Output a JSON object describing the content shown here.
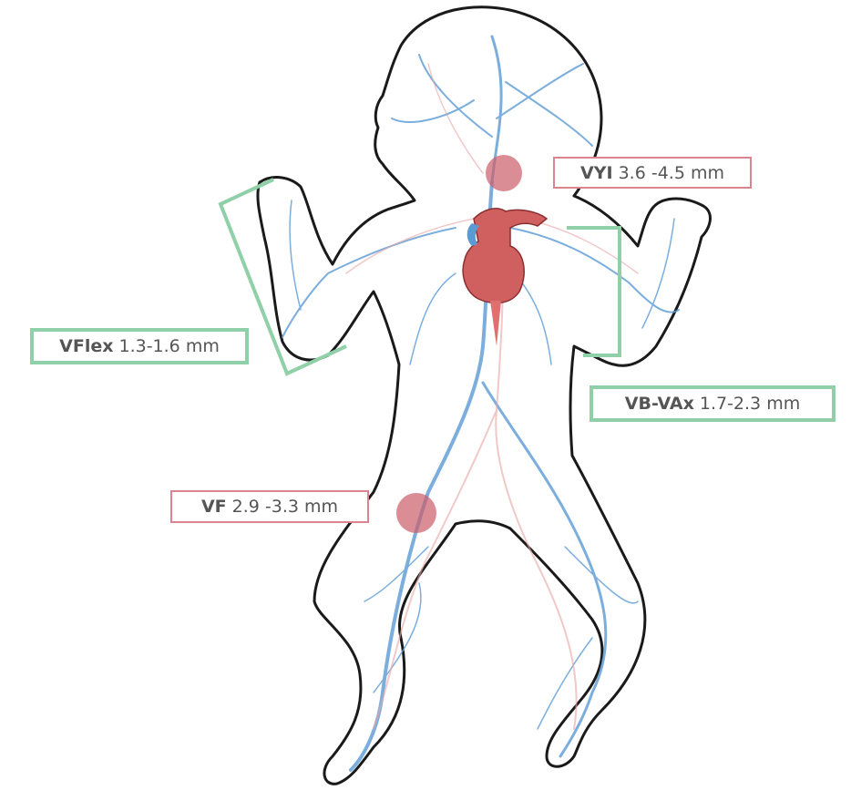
{
  "colors": {
    "outline": "#1a1a1a",
    "vein": "#5b9bd5",
    "artery": "#e8a5a5",
    "heart": "#c95454",
    "marker_red": "#cc5c6a",
    "bracket_green": "#8fd0a8",
    "label_border_red": "#d9848e"
  },
  "labels": {
    "vyi": {
      "name": "VYI",
      "range": "3.6 -4.5 mm"
    },
    "vflex": {
      "name": "VFlex",
      "range": "1.3-1.6 mm"
    },
    "vbvax": {
      "name": "VB-VAx",
      "range": "1.7-2.3 mm"
    },
    "vf": {
      "name": "VF",
      "range": "2.9 -3.3 mm"
    }
  }
}
